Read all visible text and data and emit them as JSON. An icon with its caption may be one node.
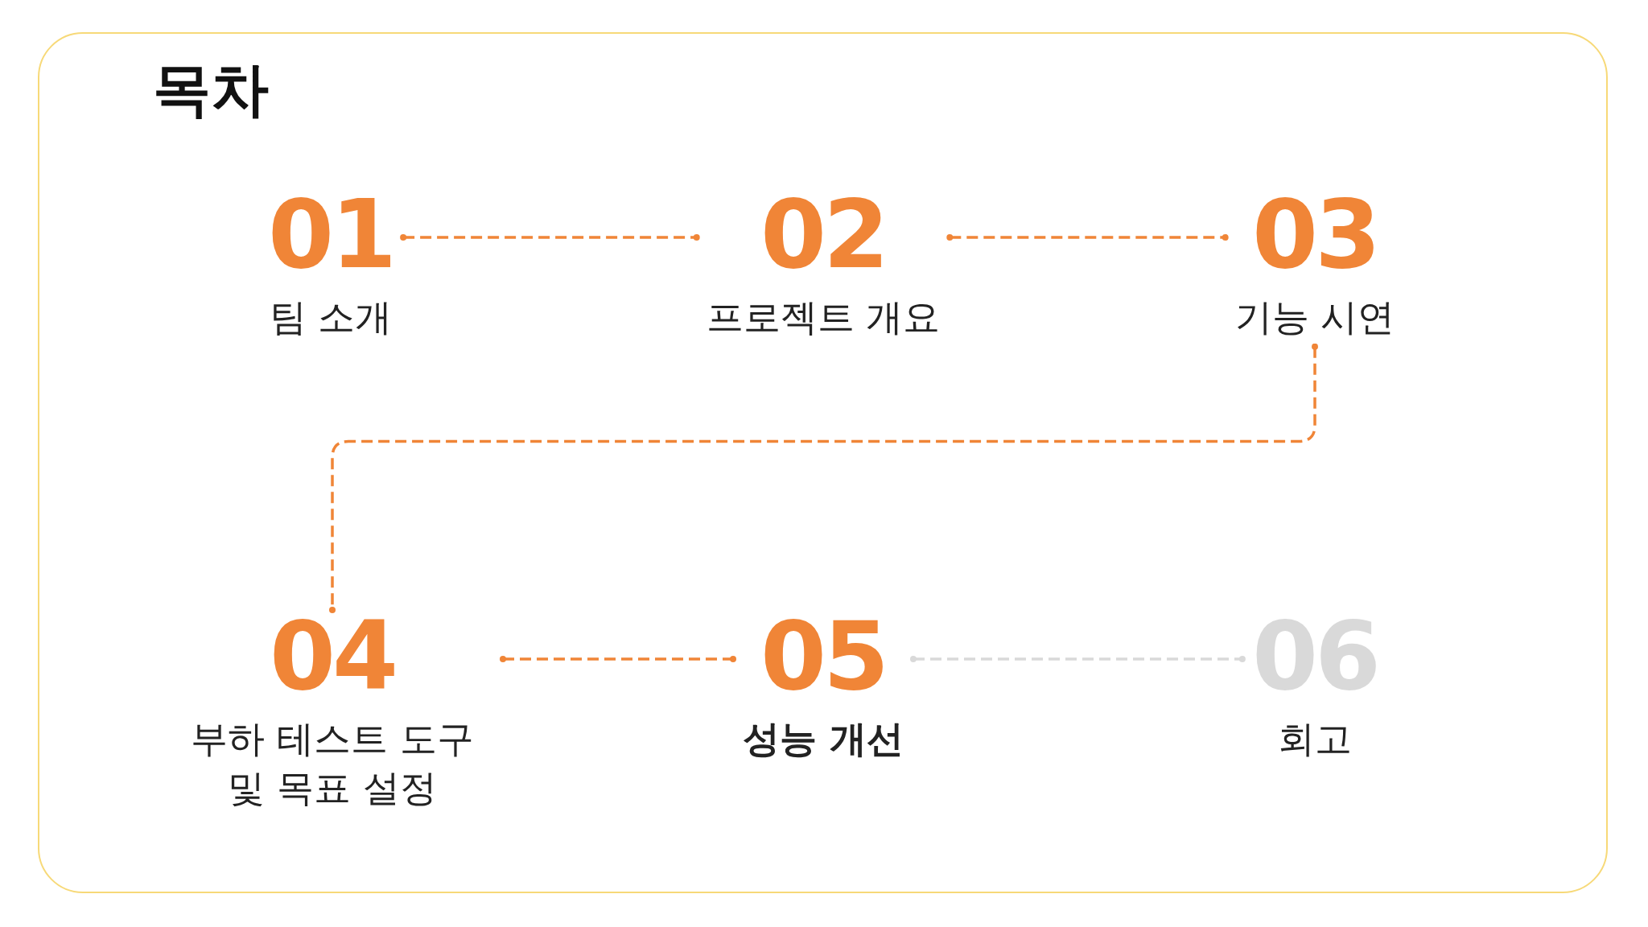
{
  "diagram": {
    "title": "목차",
    "nodes": [
      {
        "text": [
          "01",
          "팀 소개"
        ]
      },
      {
        "text": [
          "02",
          "프로젝트 개요"
        ]
      },
      {
        "text": [
          "03",
          "기능 시연"
        ]
      },
      {
        "text": [
          "04",
          "부하 테스트 도구 및 목표 설정"
        ]
      },
      {
        "text": [
          "05",
          "성능 개선"
        ]
      },
      {
        "text": [
          "06",
          "회고"
        ]
      }
    ],
    "edges": [
      {
        "from": 0,
        "to": 1,
        "arrow": "other",
        "style": "dashed"
      },
      {
        "from": 1,
        "to": 2,
        "arrow": "other",
        "style": "dashed"
      },
      {
        "from": 2,
        "to": 3,
        "arrow": "other",
        "style": "dashed"
      },
      {
        "from": 3,
        "to": 4,
        "arrow": "other",
        "style": "dashed"
      },
      {
        "from": 4,
        "to": 5,
        "arrow": "other",
        "style": "dashed",
        "color": "#d9d9d9"
      }
    ]
  }
}
